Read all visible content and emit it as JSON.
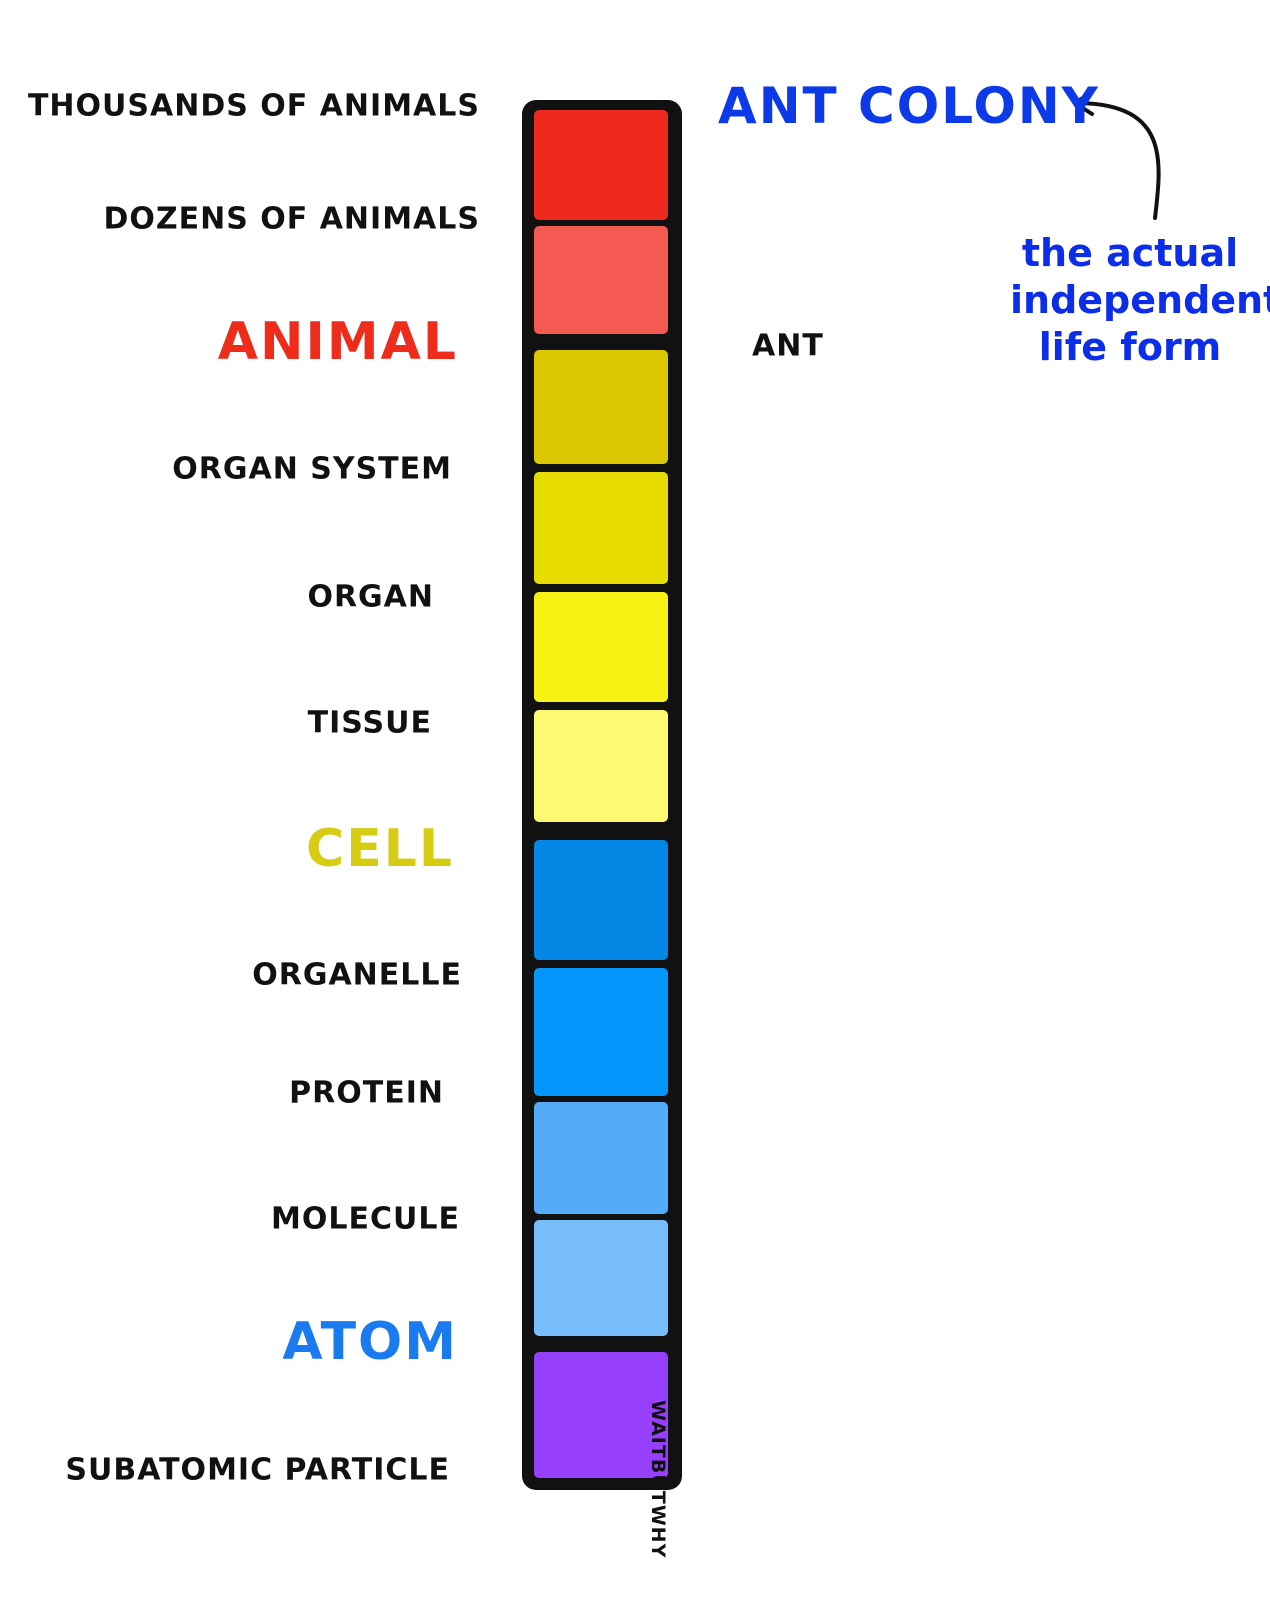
{
  "levels": [
    {
      "label": "THOUSANDS OF ANIMALS",
      "color": "#ee2a1e",
      "label_color": "#111111",
      "emphasis": false
    },
    {
      "label": "DOZENS OF ANIMALS",
      "color": "#f45a52",
      "label_color": "#111111",
      "emphasis": false
    },
    {
      "label": "ANIMAL",
      "color": "#dbc800",
      "label_color": "#ee2c1c",
      "emphasis": true
    },
    {
      "label": "ORGAN SYSTEM",
      "color": "#e6dc00",
      "label_color": "#111111",
      "emphasis": false
    },
    {
      "label": "ORGAN",
      "color": "#f8f214",
      "label_color": "#111111",
      "emphasis": false
    },
    {
      "label": "TISSUE",
      "color": "#fdf970",
      "label_color": "#111111",
      "emphasis": false
    },
    {
      "label": "CELL",
      "color": "#0487e4",
      "label_color": "#d6cc12",
      "emphasis": true
    },
    {
      "label": "ORGANELLE",
      "color": "#0497fb",
      "label_color": "#111111",
      "emphasis": false
    },
    {
      "label": "PROTEIN",
      "color": "#54acf8",
      "label_color": "#111111",
      "emphasis": false
    },
    {
      "label": "MOLECULE",
      "color": "#79befc",
      "label_color": "#111111",
      "emphasis": false
    },
    {
      "label": "ATOM",
      "color": "#9640fb",
      "label_color": "#1a7bf0",
      "emphasis": true
    },
    {
      "label": "SUBATOMIC PARTICLE",
      "color": null,
      "label_color": "#111111",
      "emphasis": false
    }
  ],
  "ant_colony": {
    "label": "ANT COLONY",
    "color": "#0d3ae8"
  },
  "ant": {
    "label": "ANT"
  },
  "note": {
    "lines": [
      "the actual",
      "independent",
      "life form"
    ],
    "color": "#0d2ee8"
  },
  "signature": "WAITBUTWHY",
  "frame_color": "#111111"
}
